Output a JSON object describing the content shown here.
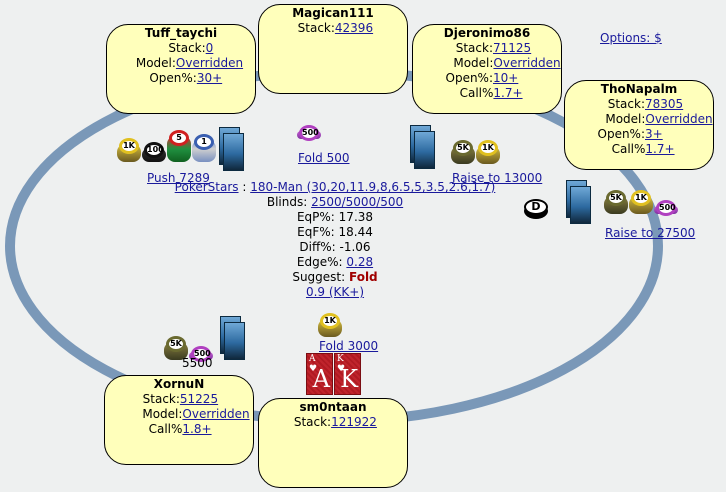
{
  "options_link": "Options: $",
  "seats": [
    {
      "id": "tuff",
      "name": "Tuff_taychi",
      "rows": [
        {
          "label": "Stack:",
          "value": "0"
        },
        {
          "label": "Model:",
          "value": "Overridden"
        },
        {
          "label": "Open%:",
          "value": "30+"
        }
      ]
    },
    {
      "id": "magican",
      "name": "Magican111",
      "rows": [
        {
          "label": "Stack:",
          "value": "42396"
        }
      ]
    },
    {
      "id": "djeronimo",
      "name": "Djeronimo86",
      "rows": [
        {
          "label": "Stack:",
          "value": "71125"
        },
        {
          "label": "Model:",
          "value": "Overridden"
        },
        {
          "label": "Open%:",
          "value": "10+"
        },
        {
          "label": "Call%",
          "value": "1.7+"
        }
      ]
    },
    {
      "id": "thonapalm",
      "name": "ThoNapalm",
      "rows": [
        {
          "label": "Stack:",
          "value": "78305"
        },
        {
          "label": "Model:",
          "value": "Overridden"
        },
        {
          "label": "Open%:",
          "value": "3+"
        },
        {
          "label": "Call%",
          "value": "1.7+"
        }
      ]
    },
    {
      "id": "xornun",
      "name": "XornuN",
      "rows": [
        {
          "label": "Stack:",
          "value": "51225"
        },
        {
          "label": "Model:",
          "value": "Overridden"
        },
        {
          "label": "Call%",
          "value": "1.8+"
        }
      ]
    },
    {
      "id": "sm0ntaan",
      "name": "sm0ntaan",
      "rows": [
        {
          "label": "Stack:",
          "value": "121922"
        }
      ]
    }
  ],
  "actions": {
    "tuff": "Push 7289",
    "magican": "Fold 500",
    "djeronimo": "Raise to 13000",
    "thonapalm": "Raise to 27500",
    "xornun_bet": "5500",
    "sm0ntaan": "Fold 3000"
  },
  "chips": {
    "tuff": [
      "1K",
      "100",
      "5",
      "1"
    ],
    "magican": [
      "500"
    ],
    "djeronimo": [
      "5K",
      "1K"
    ],
    "thonapalm": [
      "5K",
      "1K",
      "500"
    ],
    "xornun": [
      "5K",
      "500"
    ],
    "sm0ntaan": [
      "1K"
    ]
  },
  "dealer_button": "D",
  "hole_cards": [
    {
      "rank": "A",
      "suit": "♥"
    },
    {
      "rank": "K",
      "suit": "♥"
    }
  ],
  "info": {
    "site": "PokerStars",
    "separator": " : ",
    "structure": "180-Man (30,20,11.9,8,6.5,5,3.5,2.6,1.7)",
    "blinds_label": "Blinds: ",
    "blinds_value": "2500/5000/500",
    "eqp_label": "EqP%: ",
    "eqp_value": "17.38",
    "eqf_label": "EqF%: ",
    "eqf_value": "18.44",
    "diff_label": "Diff%: ",
    "diff_value": "-1.06",
    "edge_label": "Edge%: ",
    "edge_value": "0.28",
    "suggest_label": "Suggest: ",
    "suggest_value": "Fold",
    "range": "0.9 (KK+)"
  },
  "colors": {
    "table_rail": "#7a98b8",
    "seat_bg": "#ffffbb",
    "link": "#1a1a9c",
    "suggest_fold": "#a00000",
    "background": "#eef0f0"
  }
}
